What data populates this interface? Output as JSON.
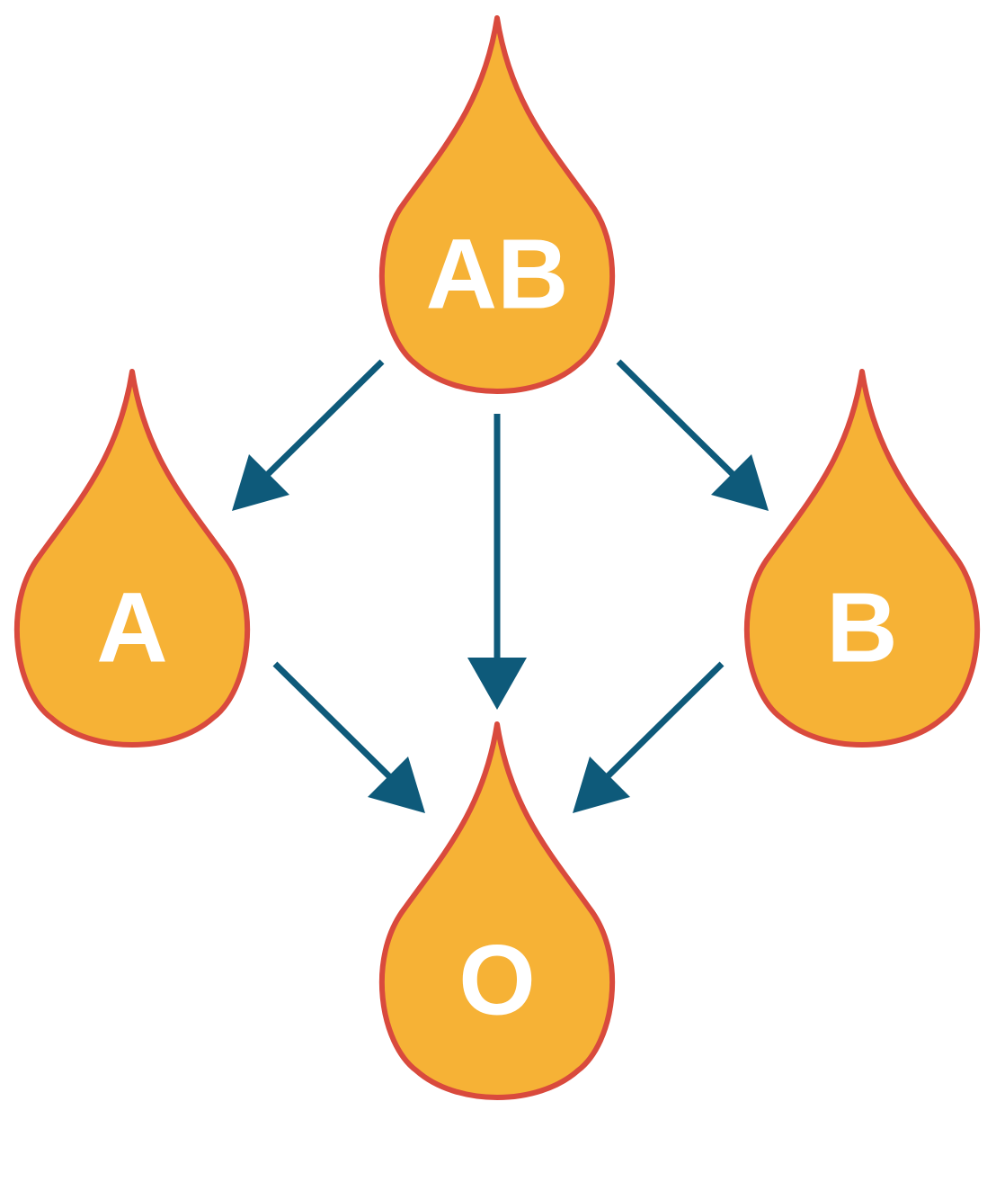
{
  "colors": {
    "drop_fill": "#F6B236",
    "drop_stroke": "#D94A3D",
    "arrow": "#0E5A7A",
    "label": "#FFFFFF"
  },
  "nodes": [
    {
      "id": "ab",
      "label": "AB"
    },
    {
      "id": "a",
      "label": "A"
    },
    {
      "id": "b",
      "label": "B"
    },
    {
      "id": "o",
      "label": "O"
    }
  ],
  "edges": [
    {
      "from": "AB",
      "to": "A"
    },
    {
      "from": "AB",
      "to": "O"
    },
    {
      "from": "AB",
      "to": "B"
    },
    {
      "from": "A",
      "to": "O"
    },
    {
      "from": "B",
      "to": "O"
    }
  ]
}
